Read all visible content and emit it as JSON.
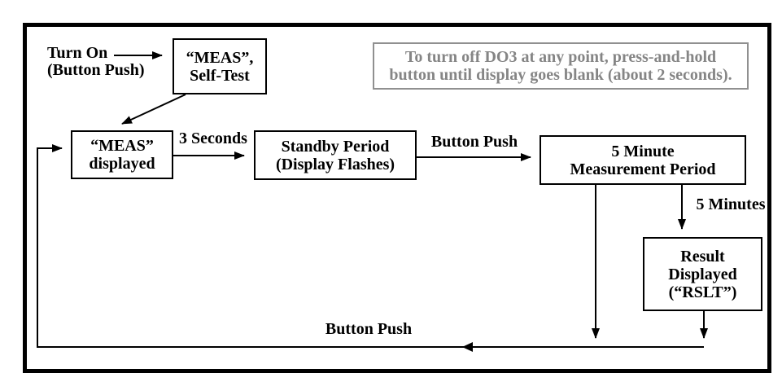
{
  "note": {
    "line1": "To turn off DO3 at any point, press-and-hold",
    "line2": "button until display goes blank (about 2 seconds)."
  },
  "labels": {
    "turn_on_line1": "Turn On",
    "turn_on_line2": "(Button Push)",
    "three_seconds": "3 Seconds",
    "button_push_top": "Button Push",
    "five_minutes": "5 Minutes",
    "button_push_bottom": "Button Push"
  },
  "boxes": {
    "self_test": {
      "line1": "“MEAS”,",
      "line2": "Self-Test"
    },
    "meas_displayed": {
      "line1": "“MEAS”",
      "line2": "displayed"
    },
    "standby": {
      "line1": "Standby Period",
      "line2": "(Display Flashes)"
    },
    "measurement": {
      "line1": "5 Minute",
      "line2": "Measurement Period"
    },
    "result": {
      "line1": "Result",
      "line2": "Displayed",
      "line3": "(“RSLT”)"
    }
  },
  "colors": {
    "ink": "#000000",
    "note_gray": "#858585",
    "note_border_gray": "#909090",
    "background": "#ffffff"
  }
}
